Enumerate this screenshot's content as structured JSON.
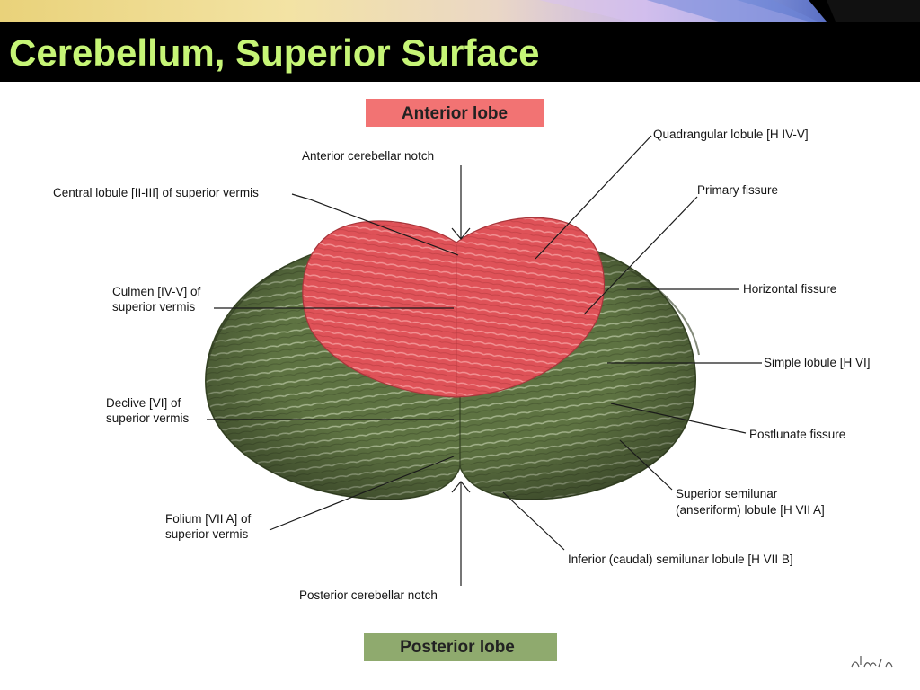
{
  "slide": {
    "title": "Cerebellum, Superior Surface",
    "colors": {
      "title_bar": "#000000",
      "title_text": "#c6f576",
      "anterior_box": "#f27373",
      "posterior_box": "#8faa6e"
    }
  },
  "diagram": {
    "anterior_lobe": "Anterior lobe",
    "posterior_lobe": "Posterior lobe",
    "labels": {
      "anterior_notch": "Anterior cerebellar notch",
      "central_lobule": "Central lobule [II-III] of superior vermis",
      "culmen_1": "Culmen [IV-V] of",
      "culmen_2": "superior vermis",
      "declive_1": "Declive [VI] of",
      "declive_2": "superior vermis",
      "folium_1": "Folium [VII A] of",
      "folium_2": "superior vermis",
      "posterior_notch": "Posterior cerebellar notch",
      "quadrangular": "Quadrangular lobule [H IV-V]",
      "primary_fissure": "Primary fissure",
      "horizontal_fissure": "Horizontal fissure",
      "simple_lobule": "Simple lobule [H VI]",
      "postlunate": "Postlunate fissure",
      "sup_semilunar_1": "Superior semilunar",
      "sup_semilunar_2": "(anseriform) lobule [H VII A]",
      "inf_semilunar": "Inferior (caudal) semilunar lobule [H VII B]"
    },
    "tissue_colors": {
      "anterior": "#e2545a",
      "posterior": "#5c7040",
      "folia_light": "#b9c6a2",
      "folia_red": "#f6a2a2"
    }
  }
}
